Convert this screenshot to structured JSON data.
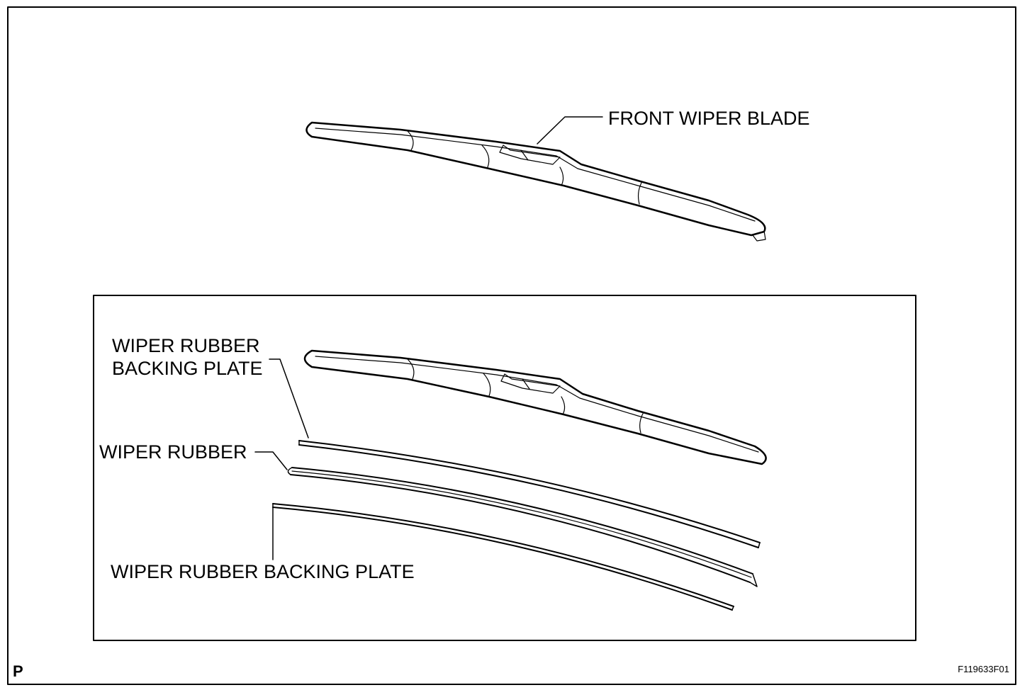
{
  "labels": {
    "front_wiper_blade": "FRONT WIPER BLADE",
    "backing_plate_top_line1": "WIPER RUBBER",
    "backing_plate_top_line2": "BACKING PLATE",
    "wiper_rubber": "WIPER RUBBER",
    "backing_plate_bottom": "WIPER RUBBER BACKING PLATE"
  },
  "footer": {
    "corner_mark": "P",
    "figure_id": "F119633F01"
  }
}
